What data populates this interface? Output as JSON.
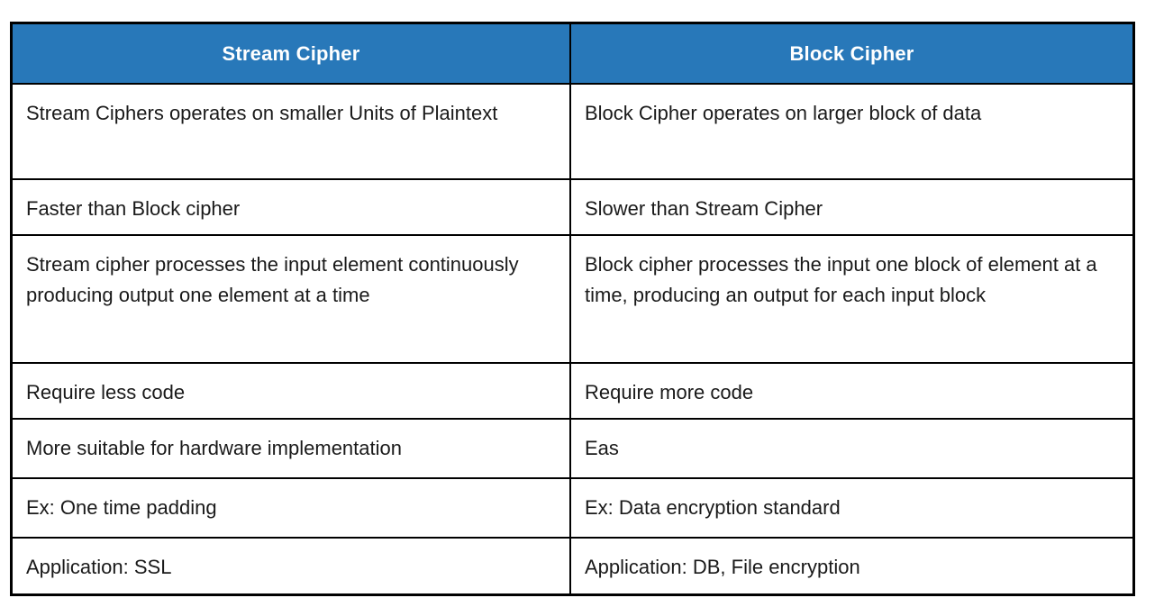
{
  "colors": {
    "header_bg": "#2878b9",
    "header_text": "#ffffff",
    "border": "#000000"
  },
  "table": {
    "headers": [
      {
        "label": "Stream Cipher"
      },
      {
        "label": "Block Cipher"
      }
    ],
    "rows": [
      {
        "stream": "Stream Ciphers operates on smaller Units of Plaintext",
        "block": "Block Cipher operates on larger block of data"
      },
      {
        "stream": "Faster than Block cipher",
        "block": "Slower than Stream Cipher"
      },
      {
        "stream": "Stream cipher processes the input element continuously producing output one element at a time",
        "block": "Block cipher processes the input one block of element at a time, producing an output for each input block"
      },
      {
        "stream": "Require less code",
        "block": "Require more code"
      },
      {
        "stream": "More suitable for hardware implementation",
        "block": "Eas"
      },
      {
        "stream": "Ex: One time padding",
        "block": "Ex: Data encryption standard"
      },
      {
        "stream": "Application: SSL",
        "block": "Application: DB, File encryption"
      }
    ]
  }
}
